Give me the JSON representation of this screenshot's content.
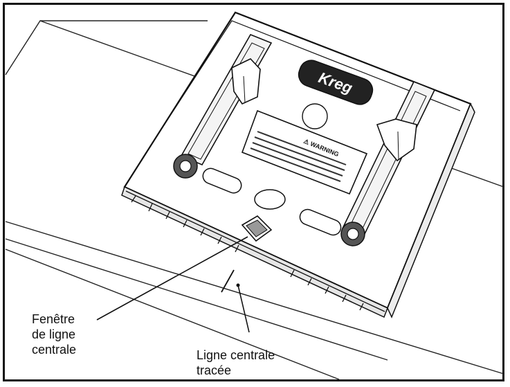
{
  "figure": {
    "callouts": {
      "centerline_window": "Fenêtre\nde ligne\ncentrale",
      "traced_centerline": "Ligne centrale\ntracée"
    },
    "plate": {
      "logo": "Kreg",
      "warning_title": "⚠ WARNING"
    }
  },
  "colors": {
    "ink": "#111111",
    "paper": "#ffffff",
    "shade": "#d9d9d9"
  }
}
